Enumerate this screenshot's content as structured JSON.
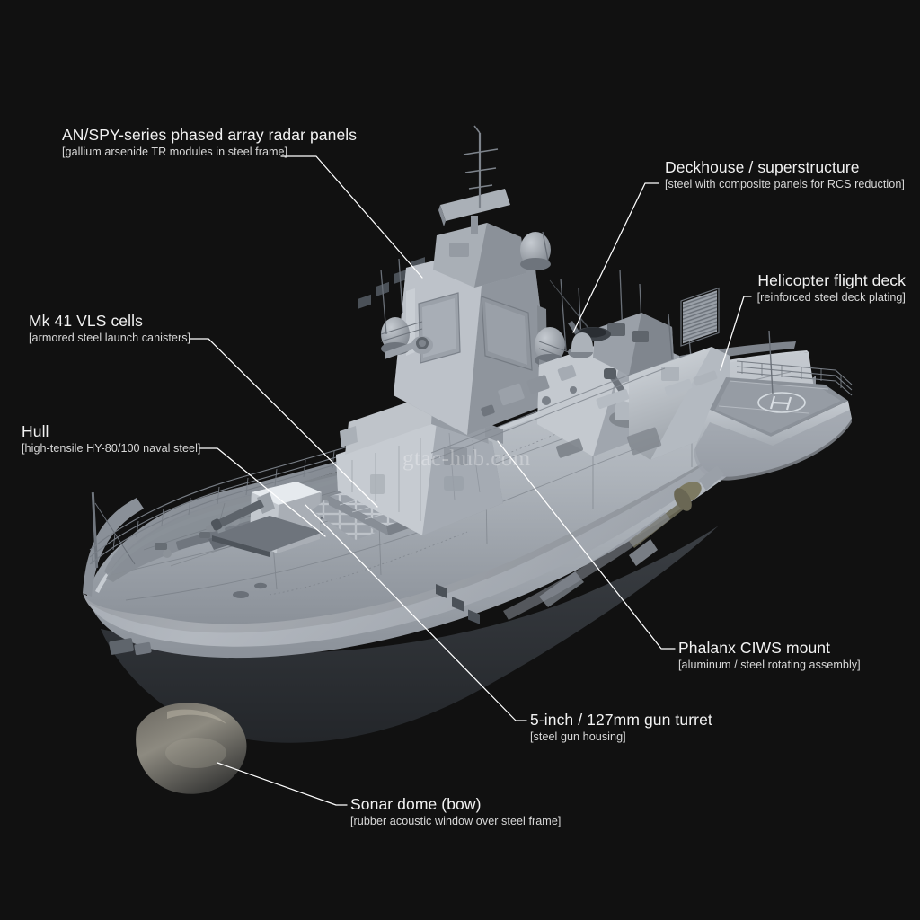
{
  "scene": {
    "subject": "naval destroyer 3d render",
    "background_color": "#111111",
    "watermark": "gtac-hub.com",
    "leader_line_color": "#ffffff",
    "title_color": "#f2f2f2",
    "subtitle_color": "#d8d8d8"
  },
  "callouts": [
    {
      "id": "radar",
      "title": "AN/SPY-series phased array radar panels",
      "subtitle": "[gallium arsenide TR modules in steel frame]"
    },
    {
      "id": "deckhouse",
      "title": "Deckhouse / superstructure",
      "subtitle": "[steel with composite panels for RCS reduction]"
    },
    {
      "id": "flightdeck",
      "title": "Helicopter flight deck",
      "subtitle": "[reinforced steel deck plating]"
    },
    {
      "id": "vls",
      "title": "Mk 41 VLS cells",
      "subtitle": "[armored steel launch canisters]"
    },
    {
      "id": "hull",
      "title": "Hull",
      "subtitle": "[high-tensile HY-80/100 naval steel]"
    },
    {
      "id": "ciws",
      "title": "Phalanx CIWS mount",
      "subtitle": "[aluminum / steel rotating assembly]"
    },
    {
      "id": "gun",
      "title": "5-inch / 127mm gun turret",
      "subtitle": "[steel gun housing]"
    },
    {
      "id": "sonar",
      "title": "Sonar dome (bow)",
      "subtitle": "[rubber acoustic window over steel frame]"
    }
  ],
  "ship": {
    "deck_marking": "H",
    "palette": {
      "hull_light": "#c9ced4",
      "hull_mid": "#a8aeb6",
      "hull_dark": "#7d838b",
      "hull_shadow": "#5a6068",
      "deck_gray": "#8f959d",
      "super_light": "#d2d7dc",
      "super_mid": "#9aa1a9",
      "mast_dark": "#6a7078",
      "below_waterline": "#2f3237",
      "bulb": "#4a4a46"
    }
  }
}
